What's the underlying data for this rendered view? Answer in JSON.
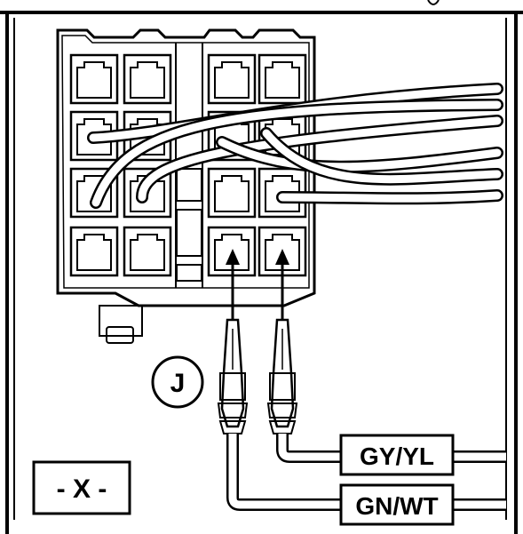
{
  "diagram": {
    "callout_letter": "J",
    "view_label": "- X -",
    "wires": [
      {
        "label": "GY/YL"
      },
      {
        "label": "GN/WT"
      }
    ],
    "colors": {
      "ink": "#000000",
      "paper": "#ffffff"
    }
  }
}
